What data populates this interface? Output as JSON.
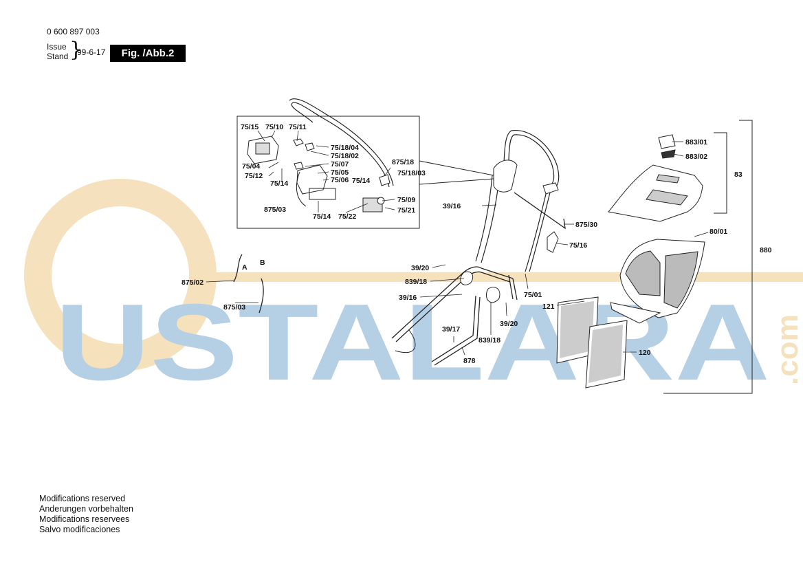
{
  "header": {
    "part_number": "0 600 897 003",
    "issue_label": "Issue",
    "stand_label": "Stand",
    "issue_date": "99-6-17",
    "figure_label": "Fig. /Abb.2"
  },
  "watermark": {
    "text": "USTALARA",
    "suffix": ".com",
    "color_blue": "#9dbfdc",
    "color_orange": "#f3d7a8"
  },
  "callouts": {
    "c7515": "75/15",
    "c7510": "75/10",
    "c7511": "75/11",
    "c751804": "75/18/04",
    "c751802": "75/18/02",
    "c7507": "75/07",
    "c7505": "75/05",
    "c7506": "75/06",
    "c7504": "75/04",
    "c7512": "75/12",
    "c7514a": "75/14",
    "c7514b": "75/14",
    "c7514c": "75/14",
    "c87503a": "875/03",
    "c7522": "75/22",
    "c7521": "75/21",
    "c7509": "75/09",
    "c87518": "875/18",
    "c751803": "75/18/03",
    "c3916a": "39/16",
    "c87530": "875/30",
    "c7516": "75/16",
    "c3920a": "39/20",
    "c83918a": "839/18",
    "c3916b": "39/16",
    "c7501": "75/01",
    "c3920b": "39/20",
    "c3917": "39/17",
    "c83918b": "839/18",
    "c878": "878",
    "c87502": "875/02",
    "c87503b": "875/03",
    "cA": "A",
    "cB": "B",
    "c88301": "883/01",
    "c88302": "883/02",
    "c83": "83",
    "c8001": "80/01",
    "c880": "880",
    "c121": "121",
    "c120": "120"
  },
  "footer": {
    "notes": [
      "Modifications reserved",
      "Anderungen vorbehalten",
      "Modifications reservees",
      "Salvo modificaciones"
    ]
  }
}
